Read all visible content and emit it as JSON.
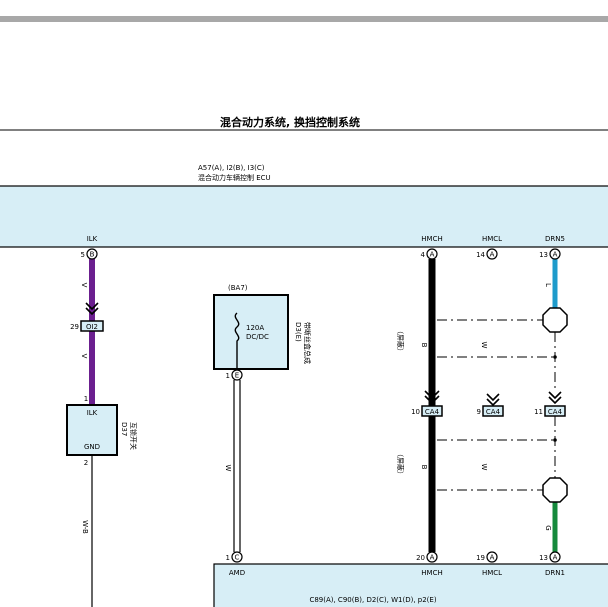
{
  "title": "混合动力系统, 换挡控制系统",
  "ecu_top": {
    "line1": "A57(A), I2(B), I3(C)",
    "line2": "混合动力车辆控制 ECU"
  },
  "top_pins": [
    {
      "label": "ILK",
      "num": "5",
      "letter": "B"
    },
    {
      "label": "HMCH",
      "num": "4",
      "letter": "A"
    },
    {
      "label": "HMCL",
      "num": "14",
      "letter": "A"
    },
    {
      "label": "DRN5",
      "num": "13",
      "letter": "A"
    }
  ],
  "bottom_pins": [
    {
      "label": "AMD",
      "num": "1",
      "letter": "C"
    },
    {
      "label": "HMCH",
      "num": "20",
      "letter": "A"
    },
    {
      "label": "HMCL",
      "num": "19",
      "letter": "A"
    },
    {
      "label": "DRN1",
      "num": "13",
      "letter": "A"
    }
  ],
  "ecu_bottom": "C89(A), C90(B), D2(C), W1(D), p2(E)",
  "switch": {
    "name": "D37",
    "desc": "互锁开关",
    "top": "ILK",
    "bottom": "GND",
    "pin_top": "1",
    "pin_bottom": "2"
  },
  "fuse": {
    "ref": "(BA7)",
    "rating": "120A",
    "circuit": "DC/DC",
    "name": "D3(E)",
    "desc": "带断丝盒总成",
    "pin_num": "1",
    "pin_letter": "E"
  },
  "connectors": [
    {
      "num": "29",
      "code": "OI2"
    },
    {
      "num": "10",
      "code": "CA4"
    },
    {
      "num": "9",
      "code": "CA4"
    },
    {
      "num": "11",
      "code": "CA4"
    }
  ],
  "wire_labels": {
    "ilk_upper": "V",
    "ilk_lower": "V",
    "gnd": "W-B",
    "amd": "W",
    "hmch_upper": "B",
    "hmch_lower": "B",
    "hmcl_upper": "W",
    "hmcl_lower": "W",
    "drn5": "L",
    "drn1": "G"
  },
  "shield": "（屏蔽）",
  "colors": {
    "ecu_fill": "#d7eef6",
    "violet": "#6b1f8f",
    "blue": "#1e9bcb",
    "green": "#158a3c",
    "black": "#000000"
  }
}
